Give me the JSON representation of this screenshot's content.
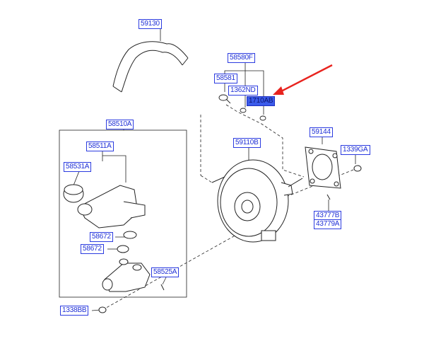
{
  "colors": {
    "label_text": "#1e2fd6",
    "label_border": "#2b3be0",
    "highlight_fill": "#3b5bea",
    "arrow": "#e8231e",
    "lines": "#222222"
  },
  "icons": [
    "red-pointer-arrow"
  ],
  "labels": {
    "hose": "59130",
    "valve_kit": "58580F",
    "pin": "58581",
    "clip": "1362ND",
    "nut_highlight": "1710AB",
    "master_cyl_assy": "58510A",
    "reservoir_assy": "58511A",
    "reservoir_cap": "58531A",
    "grommet_1": "58672",
    "grommet_2": "58672",
    "switch": "58525A",
    "nut_bottom": "1338BB",
    "booster": "59110B",
    "gasket": "59144",
    "nut_right": "1339GA",
    "bolt_1": "43777B",
    "bolt_2": "43779A"
  }
}
